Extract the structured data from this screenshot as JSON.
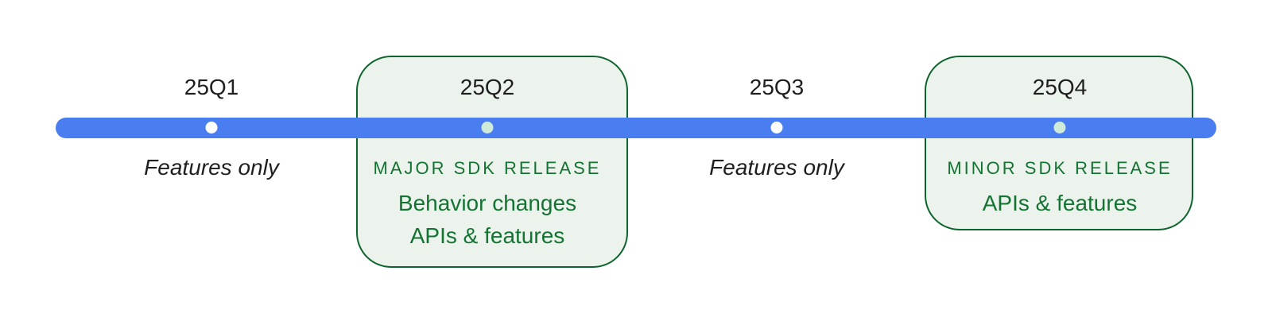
{
  "colors": {
    "bar_blue": "#4A7DF0",
    "dot_plain": "#FFFFFF",
    "dot_release": "#CFEAD6",
    "box_border": "#0D652D",
    "box_fill": "#ECF3EC",
    "release_text_green": "#137333",
    "label_text": "#1F1F1F"
  },
  "timeline": {
    "items": [
      {
        "quarter": "25Q1",
        "kind": "features-only",
        "note": "Features only"
      },
      {
        "quarter": "25Q2",
        "kind": "major-release",
        "heading": "MAJOR SDK RELEASE",
        "lines": [
          "Behavior changes",
          "APIs & features"
        ]
      },
      {
        "quarter": "25Q3",
        "kind": "features-only",
        "note": "Features only"
      },
      {
        "quarter": "25Q4",
        "kind": "minor-release",
        "heading": "MINOR SDK RELEASE",
        "lines": [
          "APIs & features"
        ]
      }
    ]
  }
}
